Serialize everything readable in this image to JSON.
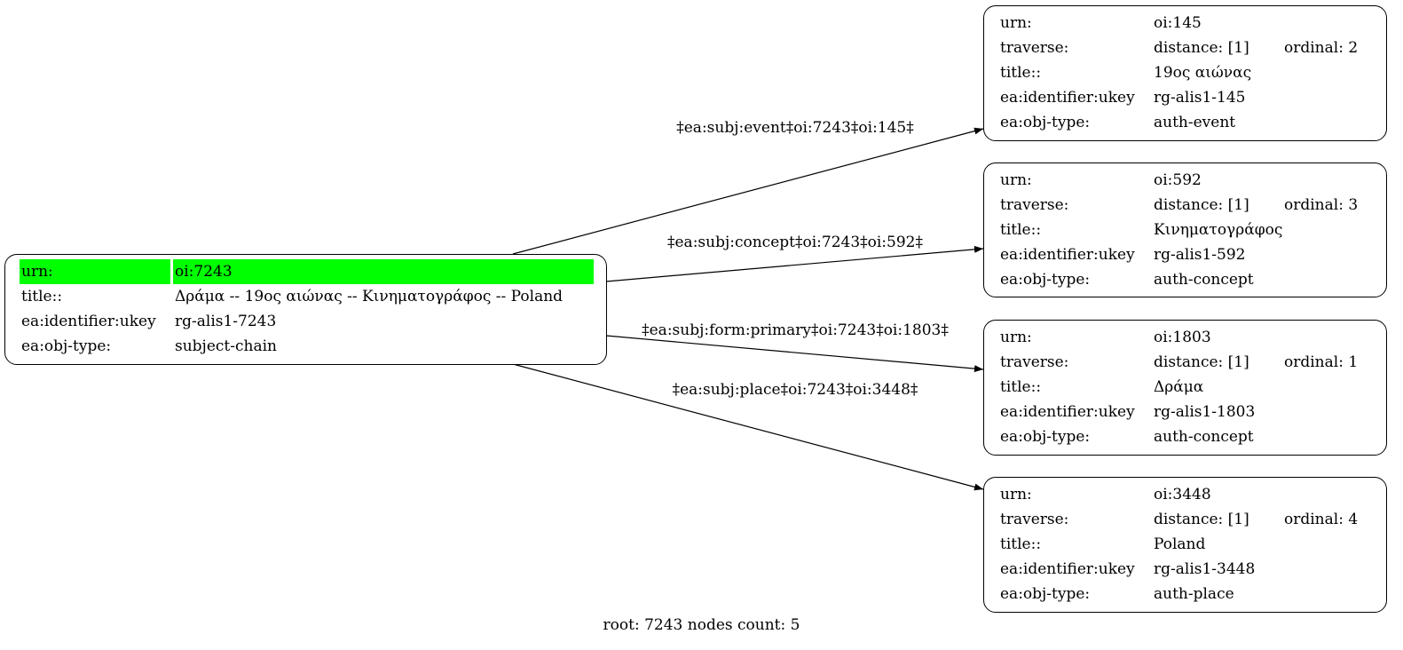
{
  "root_node": {
    "rows": [
      {
        "key": "urn:",
        "value": "oi:7243"
      },
      {
        "key": "title::",
        "value": "Δράμα -- 19ος αιώνας -- Κινηματογράφος -- Poland"
      },
      {
        "key": "ea:identifier:ukey",
        "value": "rg-alis1-7243"
      },
      {
        "key": "ea:obj-type:",
        "value": "subject-chain"
      }
    ],
    "highlight_color": "#00ff00"
  },
  "child_nodes": [
    {
      "urn_key": "urn:",
      "urn": "oi:145",
      "traverse_key": "traverse:",
      "distance": "distance: [1]",
      "ordinal": "ordinal: 2",
      "title_key": "title::",
      "title": "19ος αιώνας",
      "ukey_key": "ea:identifier:ukey",
      "ukey": "rg-alis1-145",
      "type_key": "ea:obj-type:",
      "type": "auth-event"
    },
    {
      "urn_key": "urn:",
      "urn": "oi:592",
      "traverse_key": "traverse:",
      "distance": "distance: [1]",
      "ordinal": "ordinal: 3",
      "title_key": "title::",
      "title": "Κινηματογράφος",
      "ukey_key": "ea:identifier:ukey",
      "ukey": "rg-alis1-592",
      "type_key": "ea:obj-type:",
      "type": "auth-concept"
    },
    {
      "urn_key": "urn:",
      "urn": "oi:1803",
      "traverse_key": "traverse:",
      "distance": "distance: [1]",
      "ordinal": "ordinal: 1",
      "title_key": "title::",
      "title": "Δράμα",
      "ukey_key": "ea:identifier:ukey",
      "ukey": "rg-alis1-1803",
      "type_key": "ea:obj-type:",
      "type": "auth-concept"
    },
    {
      "urn_key": "urn:",
      "urn": "oi:3448",
      "traverse_key": "traverse:",
      "distance": "distance: [1]",
      "ordinal": "ordinal: 4",
      "title_key": "title::",
      "title": "Poland",
      "ukey_key": "ea:identifier:ukey",
      "ukey": "rg-alis1-3448",
      "type_key": "ea:obj-type:",
      "type": "auth-place"
    }
  ],
  "edges": [
    {
      "label": "‡ea:subj:event‡oi:7243‡oi:145‡"
    },
    {
      "label": "‡ea:subj:concept‡oi:7243‡oi:592‡"
    },
    {
      "label": "‡ea:subj:form:primary‡oi:7243‡oi:1803‡"
    },
    {
      "label": "‡ea:subj:place‡oi:7243‡oi:3448‡"
    }
  ],
  "footer": "root: 7243 nodes count: 5"
}
